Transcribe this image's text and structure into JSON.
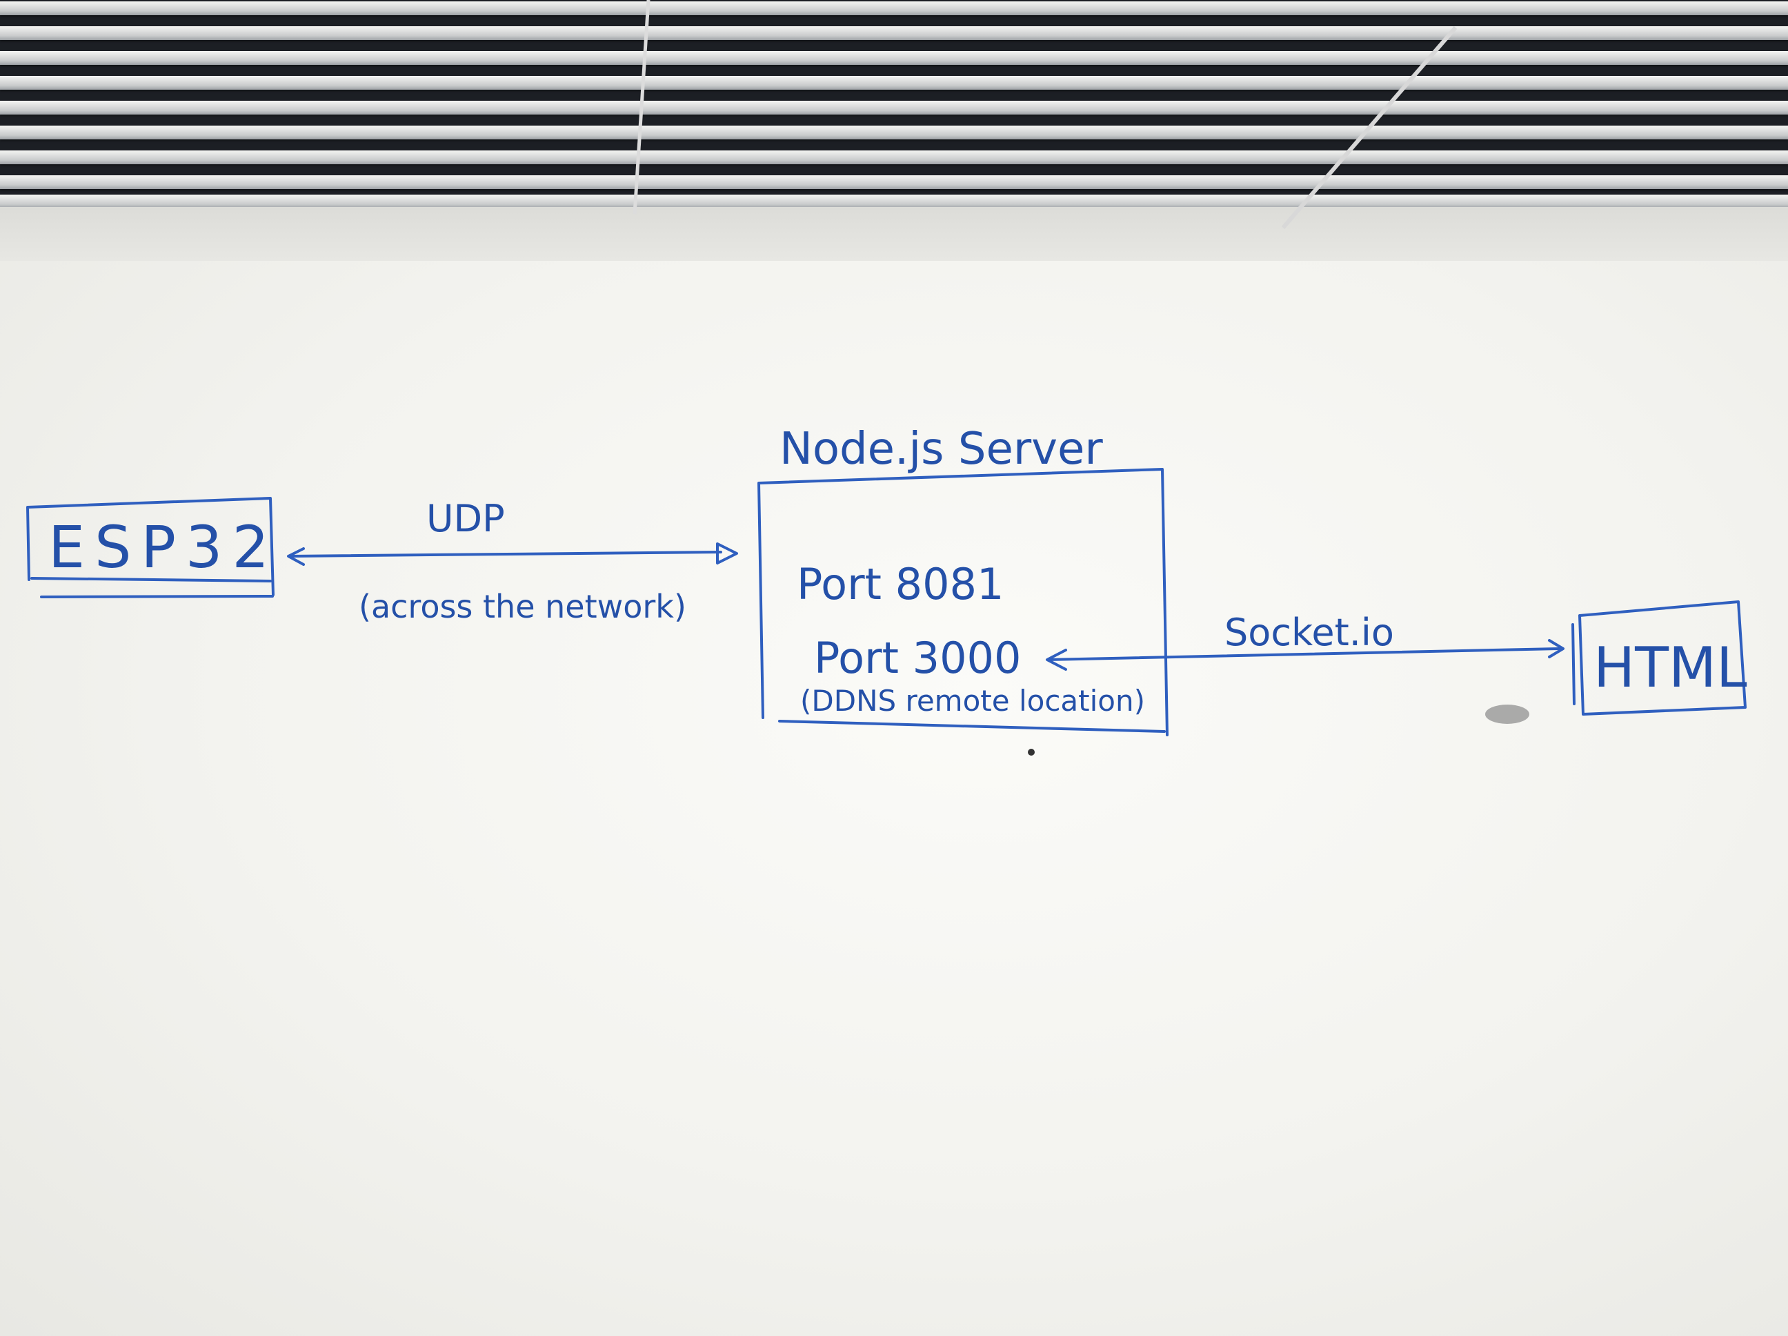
{
  "nodes": {
    "esp32": {
      "label": "ESP32"
    },
    "server": {
      "title": "Node.js Server",
      "port_a": "Port 8081",
      "port_b": "Port 3000",
      "port_b_note": "(DDNS remote location)"
    },
    "html": {
      "label": "HTML"
    }
  },
  "edges": {
    "udp": {
      "label": "UDP",
      "sublabel": "(across the network)"
    },
    "socket": {
      "label": "Socket.io"
    }
  },
  "colors": {
    "marker": "#2f5fbf"
  }
}
